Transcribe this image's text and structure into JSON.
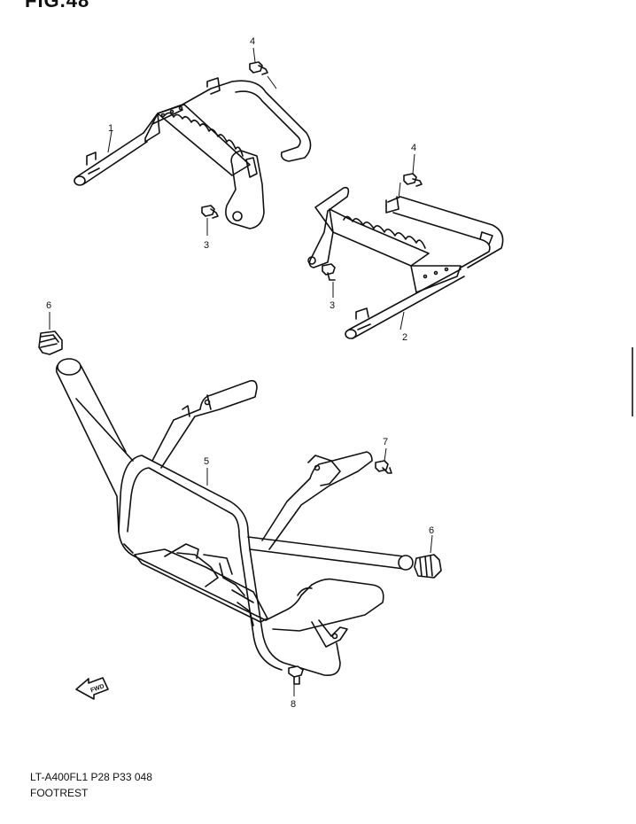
{
  "figure_title": "FIG.48",
  "footer": {
    "model_code": "LT-A400FL1  P28  P33   048",
    "section_name": "FOOTREST"
  },
  "callouts": {
    "c1": "1",
    "c2": "2",
    "c3a": "3",
    "c3b": "3",
    "c4a": "4",
    "c4b": "4",
    "c5": "5",
    "c6a": "6",
    "c6b": "6",
    "c7": "7",
    "c8": "8"
  },
  "fwd_arrow": {
    "label": "FWD"
  }
}
